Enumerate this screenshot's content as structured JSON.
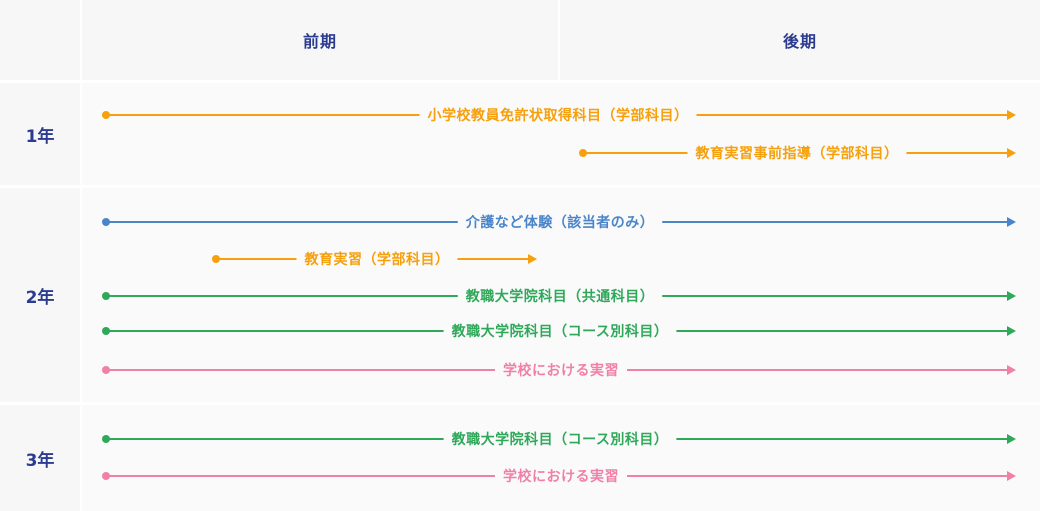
{
  "header": {
    "period1": "前期",
    "period2": "後期"
  },
  "years": [
    {
      "label": "1年"
    },
    {
      "label": "2年"
    },
    {
      "label": "3年"
    }
  ],
  "colors": {
    "orange": "#f5a00c",
    "blue": "#4a85c9",
    "green": "#2fa85a",
    "pink": "#f080a8"
  },
  "arrows": [
    {
      "label": "小学校教員免許状取得科目（学部科目）",
      "color": "orange"
    },
    {
      "label": "教育実習事前指導（学部科目）",
      "color": "orange"
    },
    {
      "label": "介護など体験（該当者のみ）",
      "color": "blue"
    },
    {
      "label": "教育実習（学部科目）",
      "color": "orange"
    },
    {
      "label": "教職大学院科目（共通科目）",
      "color": "green"
    },
    {
      "label": "教職大学院科目（コース別科目）",
      "color": "green"
    },
    {
      "label": "学校における実習",
      "color": "pink"
    },
    {
      "label": "教職大学院科目（コース別科目）",
      "color": "green"
    },
    {
      "label": "学校における実習",
      "color": "pink"
    }
  ]
}
